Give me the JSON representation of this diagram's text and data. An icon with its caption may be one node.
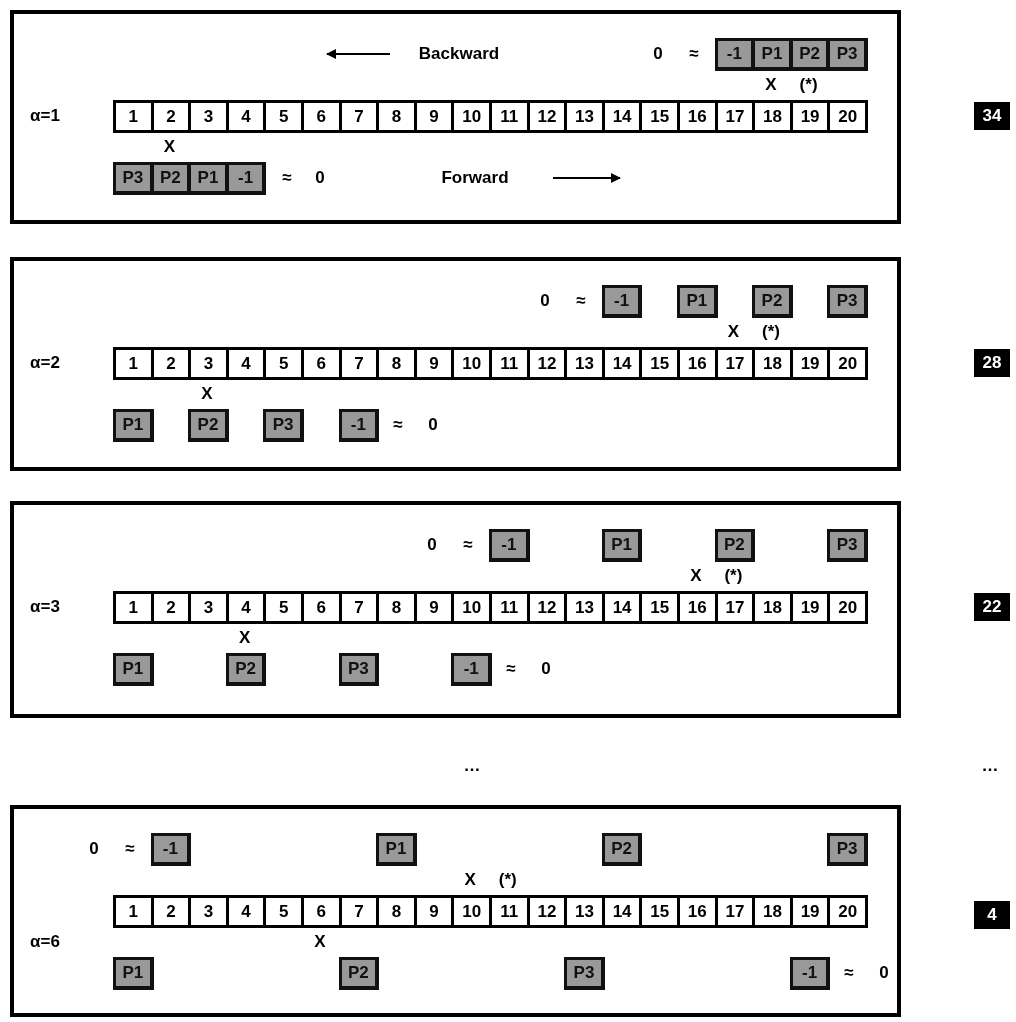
{
  "diagram": {
    "nodes": [
      {
        "text": [
          "α=1"
        ]
      },
      {
        "text": [
          "1"
        ],
        "in": 0
      },
      {
        "text": [
          "2"
        ],
        "in": 0
      },
      {
        "text": [
          "3"
        ],
        "in": 0
      },
      {
        "text": [
          "4"
        ],
        "in": 0
      },
      {
        "text": [
          "5"
        ],
        "in": 0
      },
      {
        "text": [
          "6"
        ],
        "in": 0
      },
      {
        "text": [
          "7"
        ],
        "in": 0
      },
      {
        "text": [
          "8"
        ],
        "in": 0
      },
      {
        "text": [
          "9"
        ],
        "in": 0
      },
      {
        "text": [
          "10"
        ],
        "in": 0
      },
      {
        "text": [
          "11"
        ],
        "in": 0
      },
      {
        "text": [
          "12"
        ],
        "in": 0
      },
      {
        "text": [
          "13"
        ],
        "in": 0
      },
      {
        "text": [
          "14"
        ],
        "in": 0
      },
      {
        "text": [
          "15"
        ],
        "in": 0
      },
      {
        "text": [
          "16"
        ],
        "in": 0
      },
      {
        "text": [
          "17"
        ],
        "in": 0
      },
      {
        "text": [
          "18"
        ],
        "in": 0
      },
      {
        "text": [
          "19"
        ],
        "in": 0
      },
      {
        "text": [
          "20"
        ],
        "in": 0
      },
      {
        "text": [
          "-1"
        ],
        "in": 0
      },
      {
        "text": [
          "P1"
        ],
        "in": 0
      },
      {
        "text": [
          "P2"
        ],
        "in": 0
      },
      {
        "text": [
          "P3"
        ],
        "in": 0
      },
      {
        "text": [
          "P3"
        ],
        "in": 0
      },
      {
        "text": [
          "P2"
        ],
        "in": 0
      },
      {
        "text": [
          "P1"
        ],
        "in": 0
      },
      {
        "text": [
          "-1"
        ],
        "in": 0
      },
      {
        "text": [
          "34"
        ]
      },
      {
        "text": [
          "α=2"
        ]
      },
      {
        "text": [
          "1"
        ],
        "in": 30
      },
      {
        "text": [
          "2"
        ],
        "in": 30
      },
      {
        "text": [
          "3"
        ],
        "in": 30
      },
      {
        "text": [
          "4"
        ],
        "in": 30
      },
      {
        "text": [
          "5"
        ],
        "in": 30
      },
      {
        "text": [
          "6"
        ],
        "in": 30
      },
      {
        "text": [
          "7"
        ],
        "in": 30
      },
      {
        "text": [
          "8"
        ],
        "in": 30
      },
      {
        "text": [
          "9"
        ],
        "in": 30
      },
      {
        "text": [
          "10"
        ],
        "in": 30
      },
      {
        "text": [
          "11"
        ],
        "in": 30
      },
      {
        "text": [
          "12"
        ],
        "in": 30
      },
      {
        "text": [
          "13"
        ],
        "in": 30
      },
      {
        "text": [
          "14"
        ],
        "in": 30
      },
      {
        "text": [
          "15"
        ],
        "in": 30
      },
      {
        "text": [
          "16"
        ],
        "in": 30
      },
      {
        "text": [
          "17"
        ],
        "in": 30
      },
      {
        "text": [
          "18"
        ],
        "in": 30
      },
      {
        "text": [
          "19"
        ],
        "in": 30
      },
      {
        "text": [
          "20"
        ],
        "in": 30
      },
      {
        "text": [
          "-1"
        ],
        "in": 30
      },
      {
        "text": [
          "P1"
        ],
        "in": 30
      },
      {
        "text": [
          "P2"
        ],
        "in": 30
      },
      {
        "text": [
          "P3"
        ],
        "in": 30
      },
      {
        "text": [
          "P1"
        ],
        "in": 30
      },
      {
        "text": [
          "P2"
        ],
        "in": 30
      },
      {
        "text": [
          "P3"
        ],
        "in": 30
      },
      {
        "text": [
          "-1"
        ],
        "in": 30
      },
      {
        "text": [
          "28"
        ]
      },
      {
        "text": [
          "α=3"
        ]
      },
      {
        "text": [
          "1"
        ],
        "in": 60
      },
      {
        "text": [
          "2"
        ],
        "in": 60
      },
      {
        "text": [
          "3"
        ],
        "in": 60
      },
      {
        "text": [
          "4"
        ],
        "in": 60
      },
      {
        "text": [
          "5"
        ],
        "in": 60
      },
      {
        "text": [
          "6"
        ],
        "in": 60
      },
      {
        "text": [
          "7"
        ],
        "in": 60
      },
      {
        "text": [
          "8"
        ],
        "in": 60
      },
      {
        "text": [
          "9"
        ],
        "in": 60
      },
      {
        "text": [
          "10"
        ],
        "in": 60
      },
      {
        "text": [
          "11"
        ],
        "in": 60
      },
      {
        "text": [
          "12"
        ],
        "in": 60
      },
      {
        "text": [
          "13"
        ],
        "in": 60
      },
      {
        "text": [
          "14"
        ],
        "in": 60
      },
      {
        "text": [
          "15"
        ],
        "in": 60
      },
      {
        "text": [
          "16"
        ],
        "in": 60
      },
      {
        "text": [
          "17"
        ],
        "in": 60
      },
      {
        "text": [
          "18"
        ],
        "in": 60
      },
      {
        "text": [
          "19"
        ],
        "in": 60
      },
      {
        "text": [
          "20"
        ],
        "in": 60
      },
      {
        "text": [
          "-1"
        ],
        "in": 60
      },
      {
        "text": [
          "P1"
        ],
        "in": 60
      },
      {
        "text": [
          "P2"
        ],
        "in": 60
      },
      {
        "text": [
          "P3"
        ],
        "in": 60
      },
      {
        "text": [
          "P1"
        ],
        "in": 60
      },
      {
        "text": [
          "P2"
        ],
        "in": 60
      },
      {
        "text": [
          "P3"
        ],
        "in": 60
      },
      {
        "text": [
          "-1"
        ],
        "in": 60
      },
      {
        "text": [
          "22"
        ]
      },
      {
        "text": [
          "α=6"
        ]
      },
      {
        "text": [
          "1"
        ],
        "in": 90
      },
      {
        "text": [
          "2"
        ],
        "in": 90
      },
      {
        "text": [
          "3"
        ],
        "in": 90
      },
      {
        "text": [
          "4"
        ],
        "in": 90
      },
      {
        "text": [
          "5"
        ],
        "in": 90
      },
      {
        "text": [
          "6"
        ],
        "in": 90
      },
      {
        "text": [
          "7"
        ],
        "in": 90
      },
      {
        "text": [
          "8"
        ],
        "in": 90
      },
      {
        "text": [
          "9"
        ],
        "in": 90
      },
      {
        "text": [
          "10"
        ],
        "in": 90
      },
      {
        "text": [
          "11"
        ],
        "in": 90
      },
      {
        "text": [
          "12"
        ],
        "in": 90
      },
      {
        "text": [
          "13"
        ],
        "in": 90
      },
      {
        "text": [
          "14"
        ],
        "in": 90
      },
      {
        "text": [
          "15"
        ],
        "in": 90
      },
      {
        "text": [
          "16"
        ],
        "in": 90
      },
      {
        "text": [
          "17"
        ],
        "in": 90
      },
      {
        "text": [
          "18"
        ],
        "in": 90
      },
      {
        "text": [
          "19"
        ],
        "in": 90
      },
      {
        "text": [
          "20"
        ],
        "in": 90
      },
      {
        "text": [
          "-1"
        ],
        "in": 90
      },
      {
        "text": [
          "P1"
        ],
        "in": 90
      },
      {
        "text": [
          "P2"
        ],
        "in": 90
      },
      {
        "text": [
          "P3"
        ],
        "in": 90
      },
      {
        "text": [
          "P1"
        ],
        "in": 90
      },
      {
        "text": [
          "P2"
        ],
        "in": 90
      },
      {
        "text": [
          "P3"
        ],
        "in": 90
      },
      {
        "text": [
          "-1"
        ],
        "in": 90
      },
      {
        "text": [
          "4"
        ]
      }
    ],
    "labels": [
      "Backward",
      "0",
      "≈",
      "X",
      "(*)",
      "X",
      "≈",
      "0",
      "Forward",
      "0",
      "≈",
      "X",
      "(*)",
      "X",
      "≈",
      "0",
      "0",
      "≈",
      "X",
      "(*)",
      "X",
      "≈",
      "0",
      "…",
      "…",
      "0",
      "≈",
      "X",
      "(*)",
      "X",
      "≈",
      "0"
    ]
  }
}
